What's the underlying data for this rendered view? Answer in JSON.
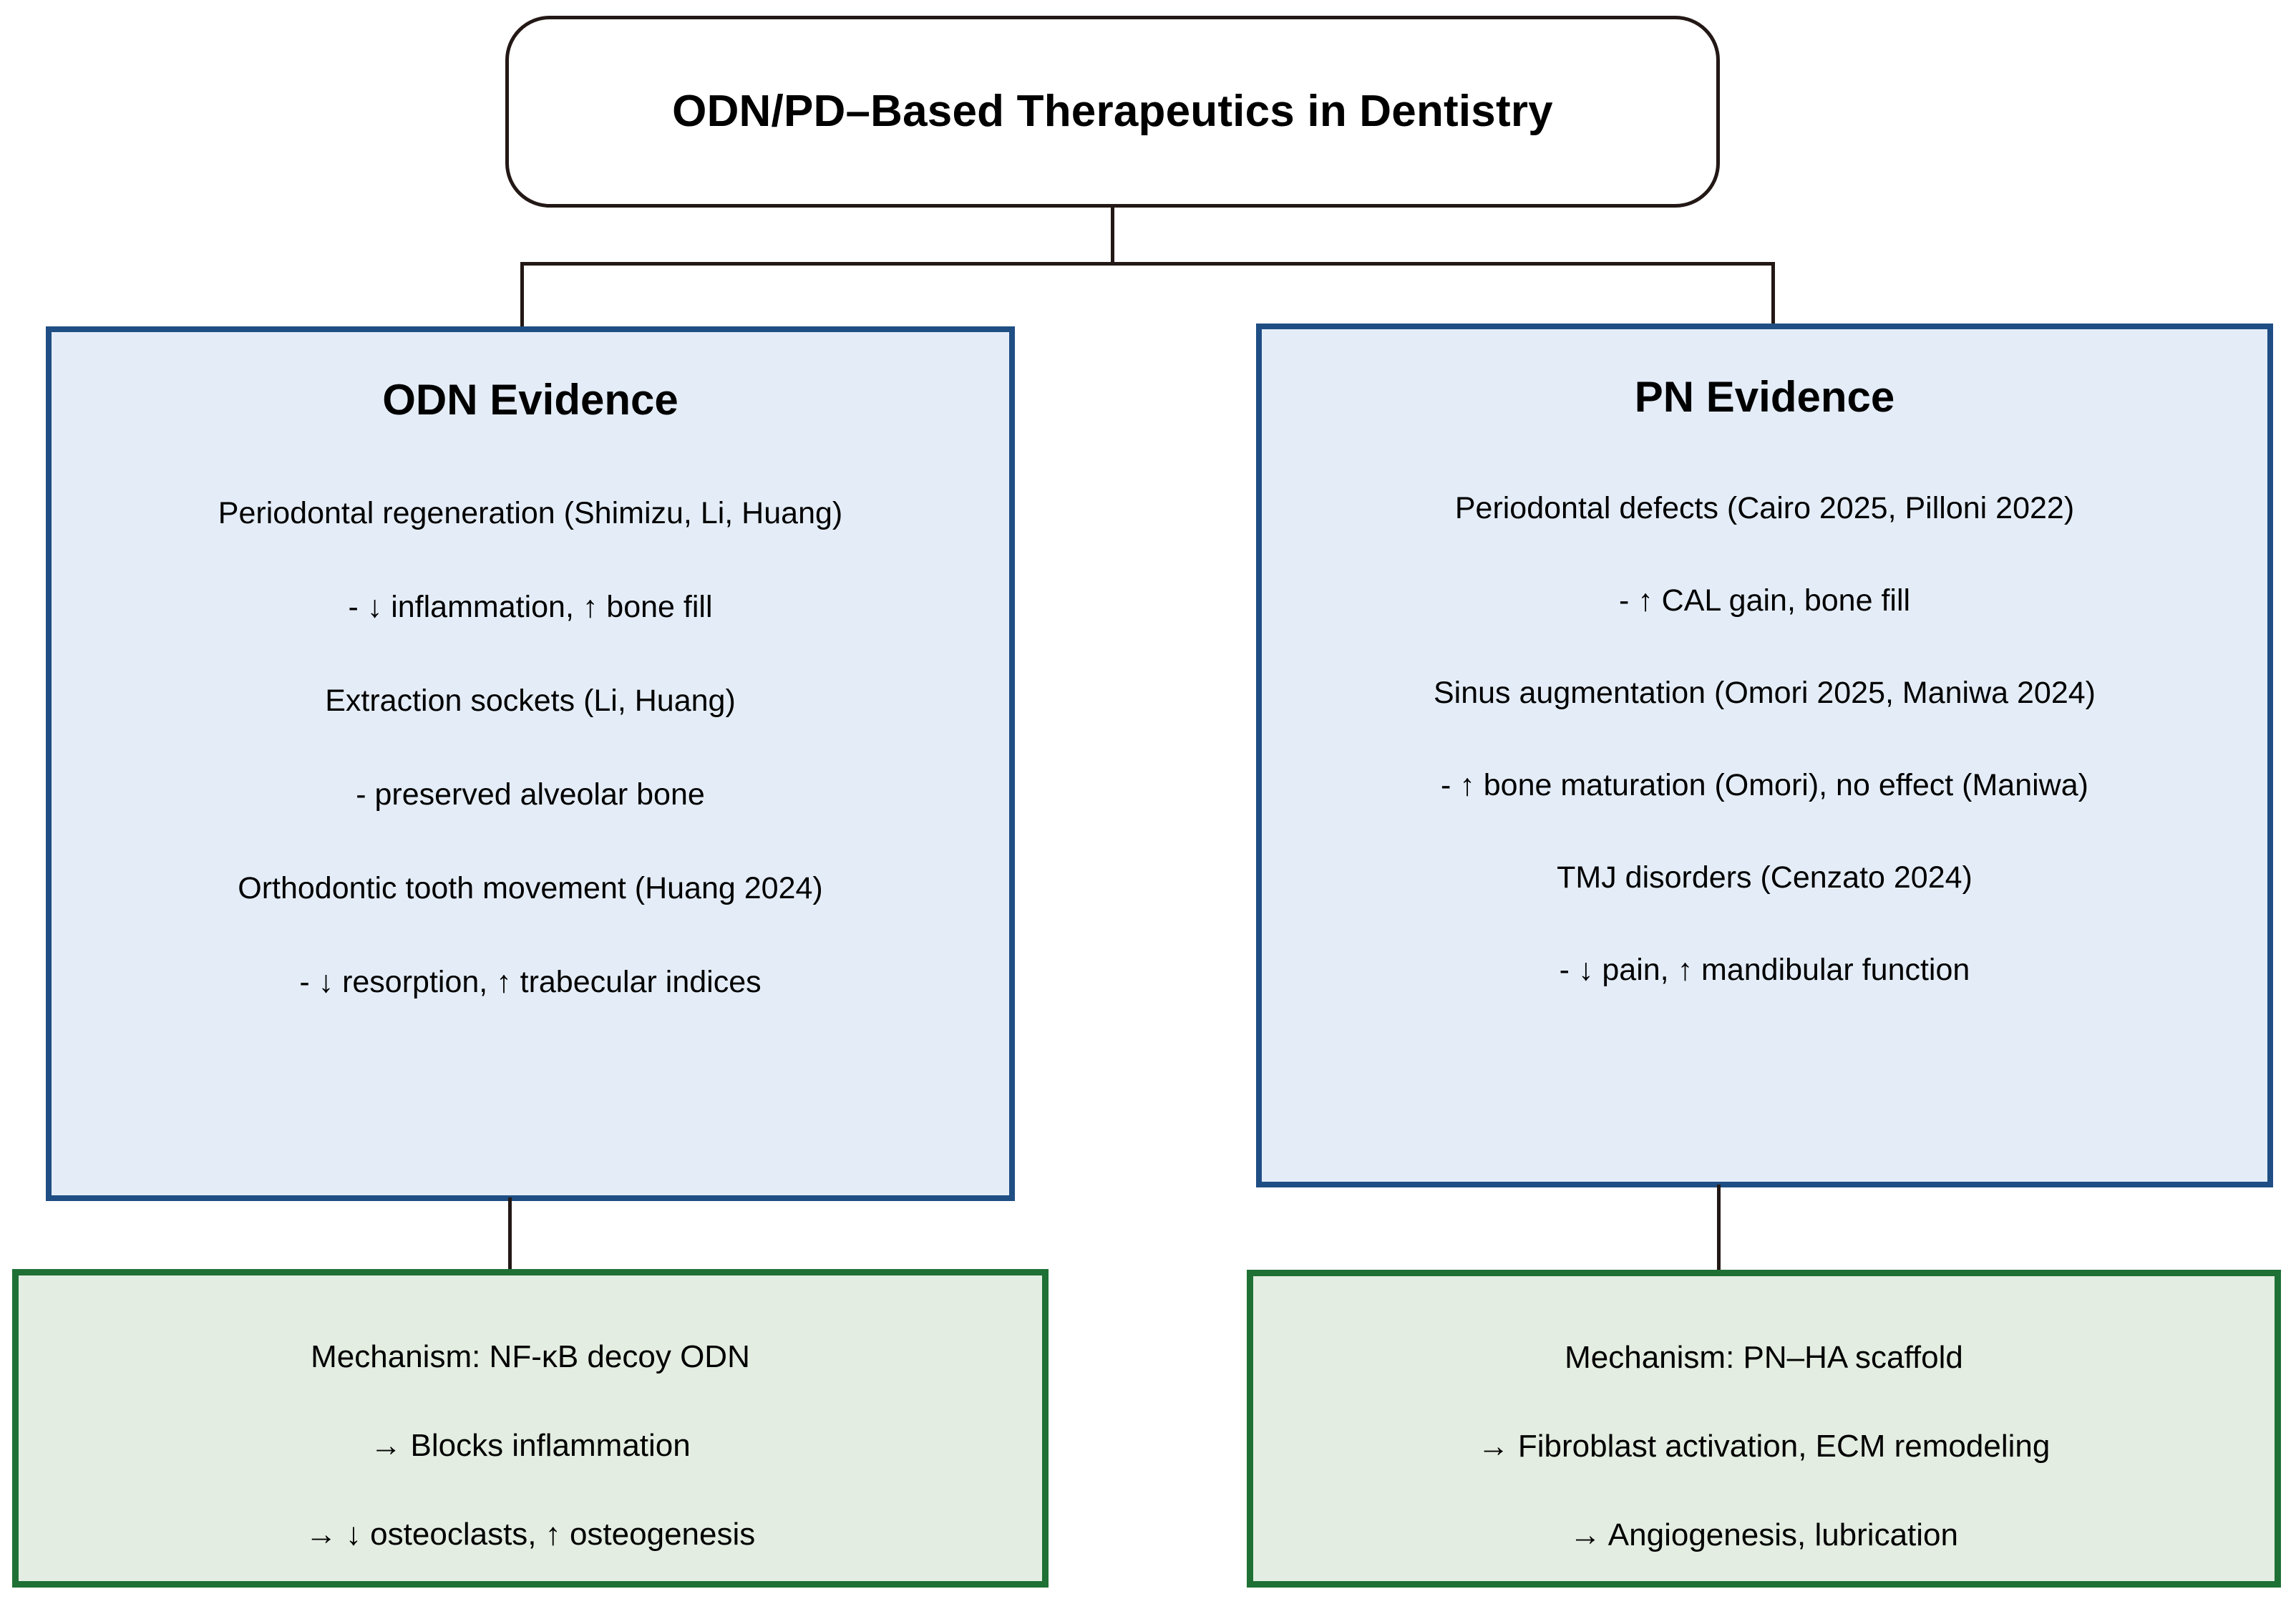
{
  "diagram": {
    "title": "ODN/PD–Based Therapeutics in Dentistry"
  },
  "branches": {
    "odn": {
      "heading": "ODN Evidence",
      "lines": [
        "Periodontal regeneration (Shimizu, Li, Huang)",
        "- ↓ inflammation, ↑ bone fill",
        "Extraction sockets (Li, Huang)",
        "- preserved alveolar bone",
        "Orthodontic tooth movement (Huang 2024)",
        "- ↓ resorption, ↑ trabecular indices"
      ],
      "mechanism": [
        "Mechanism: NF-κB decoy ODN",
        "→ Blocks inflammation",
        "→ ↓ osteoclasts, ↑ osteogenesis"
      ]
    },
    "pn": {
      "heading": "PN Evidence",
      "lines": [
        "Periodontal defects (Cairo 2025, Pilloni 2022)",
        "- ↑ CAL gain, bone fill",
        "Sinus augmentation (Omori 2025, Maniwa 2024)",
        "- ↑ bone maturation (Omori), no effect (Maniwa)",
        "TMJ disorders (Cenzato 2024)",
        "- ↓ pain, ↑ mandibular function"
      ],
      "mechanism": [
        "Mechanism: PN–HA scaffold",
        "→ Fibroblast activation, ECM remodeling",
        "→ Angiogenesis, lubrication"
      ]
    }
  },
  "colors": {
    "evidence_border": "#1F4E84",
    "evidence_fill": "#E4EDF7",
    "mechanism_border": "#1E7034",
    "mechanism_fill": "#E3EDE1",
    "connector": "#231815",
    "title_border": "#231815",
    "text": "#000000"
  }
}
